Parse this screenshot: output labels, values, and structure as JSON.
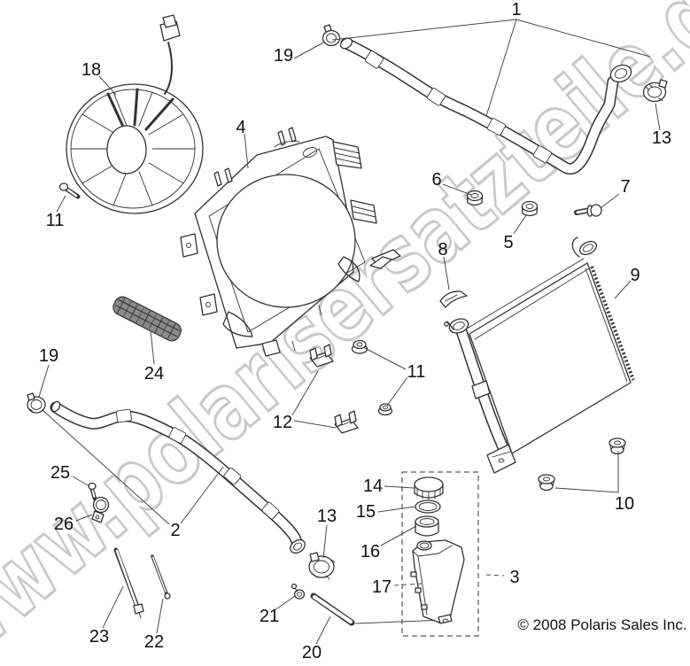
{
  "watermark": {
    "text": "www.polarisersatzteile.de",
    "color": "#c9c9c9"
  },
  "copyright": {
    "text": "© 2008 Polaris Sales Inc."
  },
  "colors": {
    "line": "#333333",
    "label": "#111111",
    "background": "#ffffff"
  },
  "callouts": {
    "c1": "1",
    "c2": "2",
    "c3": "3",
    "c4": "4",
    "c5": "5",
    "c6": "6",
    "c7": "7",
    "c8": "8",
    "c9": "9",
    "c10": "10",
    "c11": "11",
    "c12": "12",
    "c13": "13",
    "c14": "14",
    "c15": "15",
    "c16": "16",
    "c17": "17",
    "c18": "18",
    "c19": "19",
    "c20": "20",
    "c21": "21",
    "c22": "22",
    "c23": "23",
    "c24": "24",
    "c25": "25",
    "c26": "26"
  }
}
